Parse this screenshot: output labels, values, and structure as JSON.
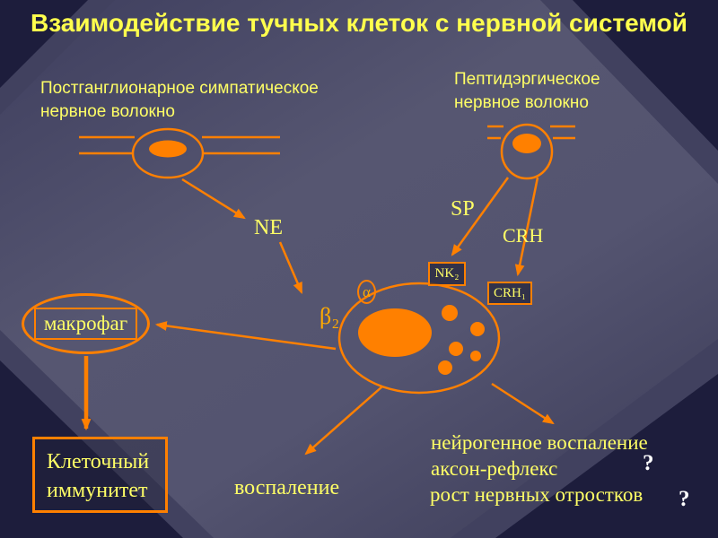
{
  "title": "Взаимодействие тучных клеток с нервной системой",
  "colors": {
    "background_mid": "#545470",
    "corner_dark": "#1d1d3c",
    "accent_orange": "#ff8000",
    "text_yellow": "#ffff66",
    "title_yellow": "#ffff4d",
    "receptor_orange": "#ffaa00",
    "question_white": "#ffffff"
  },
  "nerve_fibers": {
    "left_label": "Постганглионарное симпатическое\nнервное волокно",
    "right_label": "Пептидэргическое\nнервное волокно"
  },
  "mediators": {
    "ne": "NE",
    "sp": "SP",
    "crh": "CRH"
  },
  "receptors": {
    "nk2": "NK₂",
    "crh1": "CRH₁",
    "alpha": "α",
    "beta2": "β₂"
  },
  "macrophage": {
    "label": "макрофаг"
  },
  "outcomes": {
    "cellular_immunity": "Клеточный\nиммунитет",
    "inflammation": "воспаление",
    "neurogenic_inflammation": "нейрогенное воспаление",
    "axon_reflex": "аксон-рефлекс",
    "axon_reflex_q": "?",
    "nerve_growth": "рост нервных отростков",
    "nerve_growth_q": "?"
  }
}
